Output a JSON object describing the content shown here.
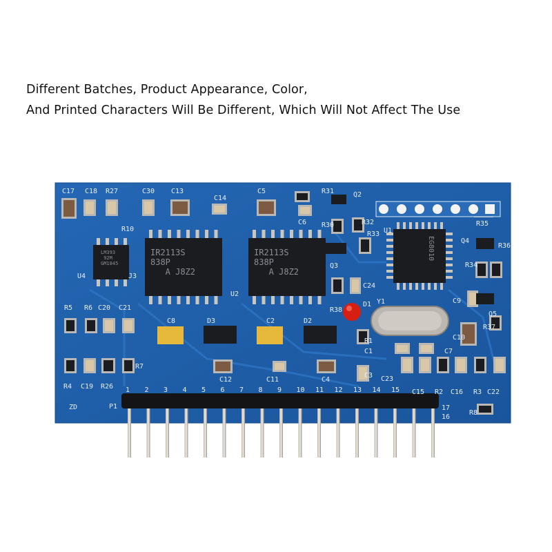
{
  "caption": {
    "line1": "Different Batches, Product Appearance, Color,",
    "line2": "And Printed Characters Will Be Different, Which Will Not Affect The Use"
  },
  "board": {
    "color": "#1f5fa8",
    "chips": [
      {
        "ref": "U4",
        "marking": "LM393\n 92M\nGM1845"
      },
      {
        "ref": "J3",
        "marking": "IR2113S\n838P\n   A J8Z2"
      },
      {
        "ref": "U2",
        "marking": "IR2113S\n838P\n   A J8Z2"
      },
      {
        "ref": "U1",
        "marking": "EG8010"
      }
    ],
    "labels": [
      "C17",
      "C18",
      "R27",
      "C30",
      "C13",
      "C14",
      "C5",
      "R31",
      "Q2",
      "R10",
      "C6",
      "R30",
      "R32",
      "R33",
      "U1",
      "R35",
      "Q4",
      "R36",
      "U4",
      "J3",
      "U2",
      "Q3",
      "R34",
      "C24",
      "D1",
      "Y1",
      "C9",
      "Q5",
      "R38",
      "R5",
      "R6",
      "C20",
      "C21",
      "C8",
      "D3",
      "C2",
      "D2",
      "R1",
      "C10",
      "R37",
      "C1",
      "C7",
      "R7",
      "C12",
      "C11",
      "C4",
      "C3",
      "C23",
      "R4",
      "C19",
      "R26",
      "C15",
      "R2",
      "C16",
      "R3",
      "C22",
      "P1",
      "R8",
      "ZD"
    ],
    "pin_numbers": [
      "1",
      "2",
      "3",
      "4",
      "5",
      "6",
      "7",
      "8",
      "9",
      "10",
      "11",
      "12",
      "13",
      "14",
      "15",
      "16",
      "17"
    ]
  }
}
